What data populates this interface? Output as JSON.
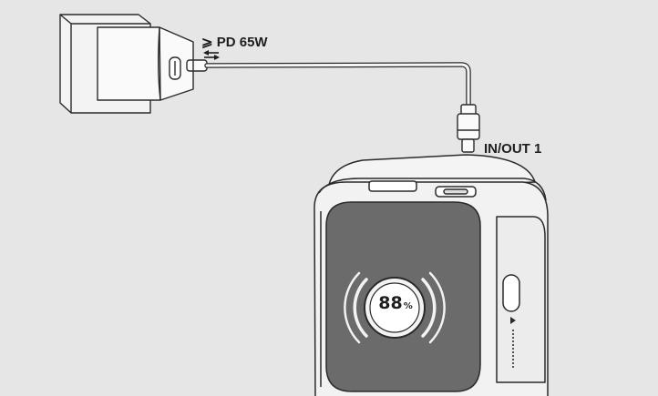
{
  "charger": {
    "power_label": "⩾ PD 65W"
  },
  "power_bank": {
    "port_label": "IN/OUT 1",
    "battery_percent": 88,
    "percent_symbol": "%"
  },
  "colors": {
    "background": "#e6e6e6",
    "line": "#2a2a2a",
    "panel": "#6b6b6b",
    "device_body": "#f2f2f2"
  }
}
